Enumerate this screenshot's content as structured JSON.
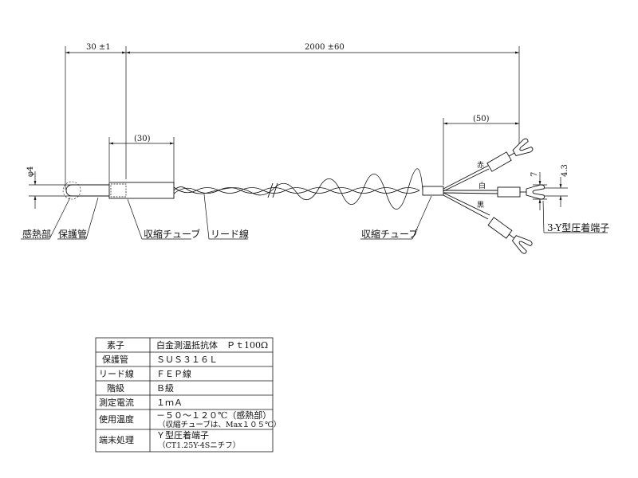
{
  "dimensions": {
    "sensor_length": "30 ±1",
    "total_length": "2000 ±60",
    "shrink_tube_length": "(30)",
    "branch_length": "(50)",
    "diameter": "φ4",
    "terminal_width": "7",
    "terminal_height": "4.3"
  },
  "callouts": {
    "sensing_part": "感熱部",
    "protective_tube": "保護管",
    "shrink_tube_left": "収縮チューブ",
    "lead_wire": "リード線",
    "shrink_tube_right": "収縮チューブ",
    "terminal": "3-Y型圧着端子"
  },
  "wire_colors": {
    "red": "赤",
    "white": "白",
    "black": "黒"
  },
  "spec_table": [
    {
      "key": "素子",
      "value": "白金測温抵抗体　Ｐｔ100Ω"
    },
    {
      "key": "保護管",
      "value": "ＳＵＳ３１６Ｌ"
    },
    {
      "key": "リード線",
      "value": "ＦＥＰ線"
    },
    {
      "key": "階級",
      "value": "Ｂ級"
    },
    {
      "key": "測定電流",
      "value": "１ｍＡ"
    },
    {
      "key": "使用温度",
      "value": "－５０～１２０℃（感熱部）",
      "note": "（収縮チューブは、Max１０５℃）"
    },
    {
      "key": "端末処理",
      "value": "Ｙ型圧着端子",
      "note": "（CT1.25Y-4Sニチフ）"
    }
  ]
}
